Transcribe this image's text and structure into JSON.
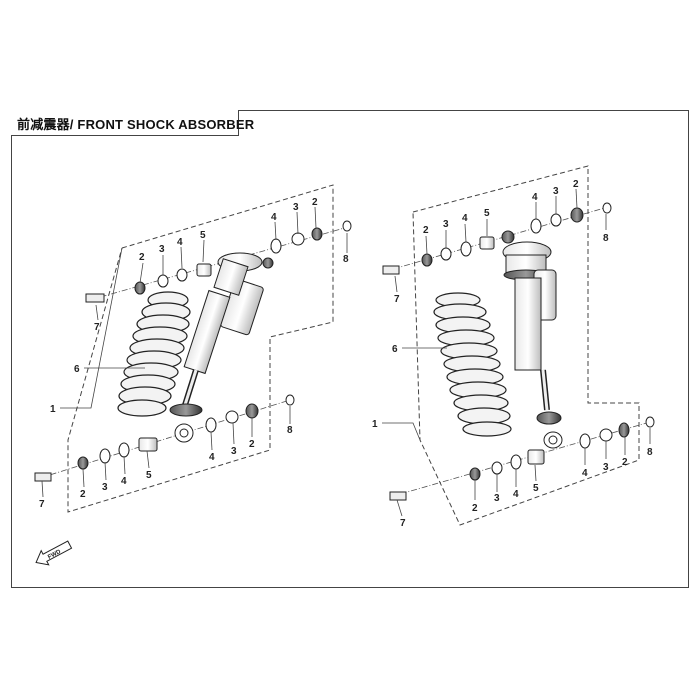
{
  "title": "前减震器/ FRONT SHOCK ABSORBER",
  "fwd_label": "FWD",
  "left_assembly": {
    "callouts": [
      "1",
      "6",
      "2",
      "3",
      "4",
      "5",
      "4",
      "3",
      "2",
      "8",
      "7",
      "4",
      "3",
      "2",
      "8",
      "2",
      "3",
      "4",
      "5",
      "7"
    ]
  },
  "right_assembly": {
    "callouts": [
      "1",
      "6",
      "2",
      "3",
      "4",
      "5",
      "4",
      "3",
      "2",
      "8",
      "7",
      "4",
      "3",
      "2",
      "8",
      "2",
      "3",
      "4",
      "5",
      "7"
    ]
  }
}
